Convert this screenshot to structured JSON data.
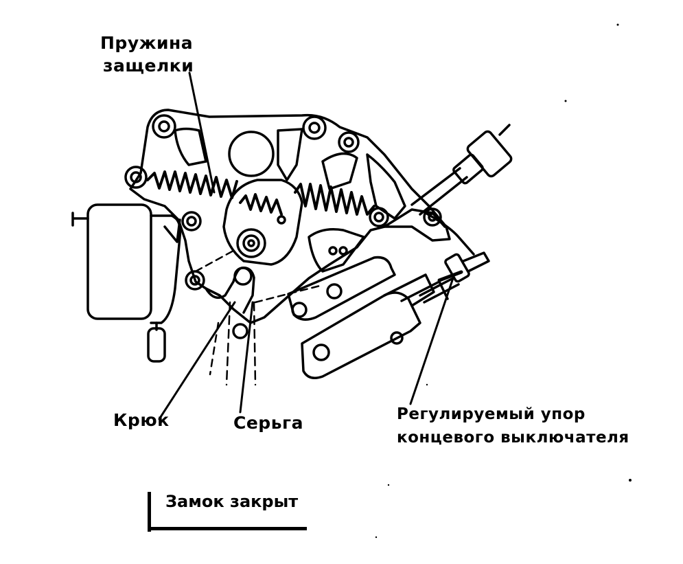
{
  "labels": {
    "spring_line1": "Пружина",
    "spring_line2": "защелки",
    "hook": "Крюк",
    "earring": "Серьга",
    "stop_line1": "Регулируемый упор",
    "stop_line2": "концевого выключателя"
  },
  "caption": "Замок закрыт",
  "colors": {
    "ink": "#000000",
    "paper": "#ffffff"
  }
}
